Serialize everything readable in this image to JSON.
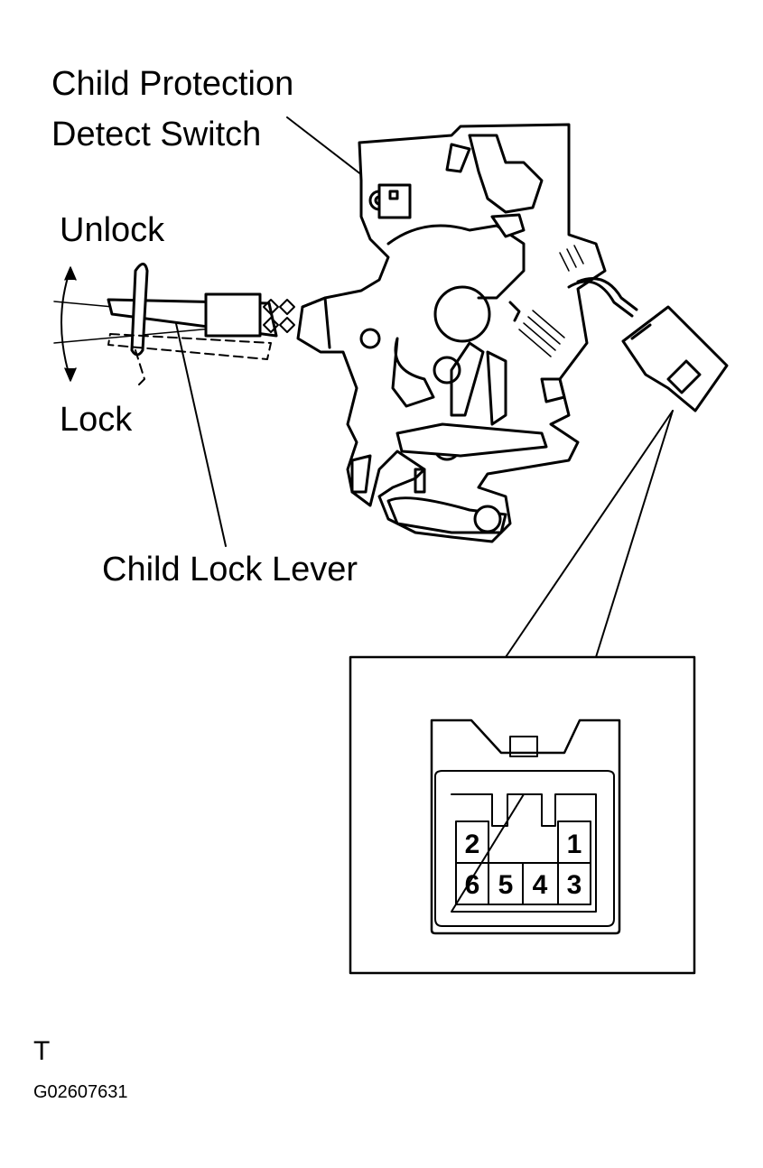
{
  "labels": {
    "child_protection_line1": "Child Protection",
    "child_protection_line2": "Detect Switch",
    "unlock": "Unlock",
    "lock": "Lock",
    "child_lock_lever": "Child Lock Lever"
  },
  "connector": {
    "pins": [
      "2",
      "1",
      "6",
      "5",
      "4",
      "3"
    ]
  },
  "footer": {
    "letter": "T",
    "figure_code": "G02607631"
  },
  "colors": {
    "ink": "#000000",
    "paper": "#ffffff"
  }
}
